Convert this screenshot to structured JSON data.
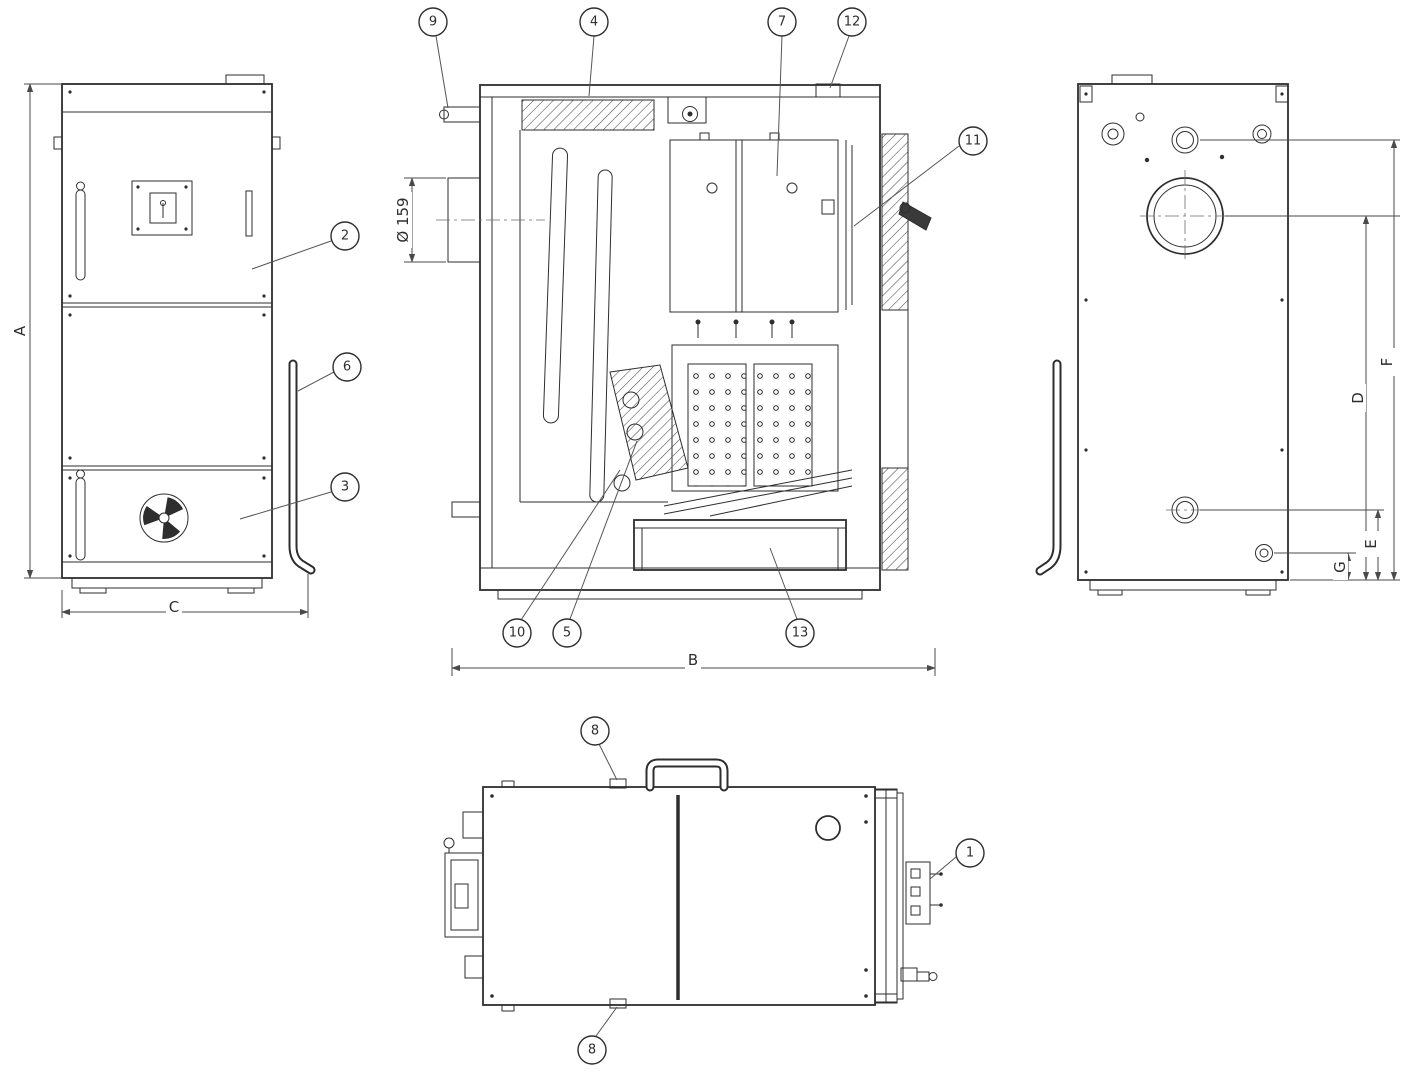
{
  "drawing": {
    "callouts": {
      "n1": "1",
      "n2": "2",
      "n3": "3",
      "n4": "4",
      "n5": "5",
      "n6": "6",
      "n7": "7",
      "n8": "8",
      "n9": "9",
      "n10": "10",
      "n11": "11",
      "n12": "12",
      "n13": "13"
    },
    "dimensions": {
      "a": "A",
      "b": "B",
      "c": "C",
      "d": "D",
      "e": "E",
      "f": "F",
      "g": "G",
      "flue_diameter": "Ø 159"
    },
    "line_color": "#2e2e2e",
    "background": "#ffffff"
  }
}
